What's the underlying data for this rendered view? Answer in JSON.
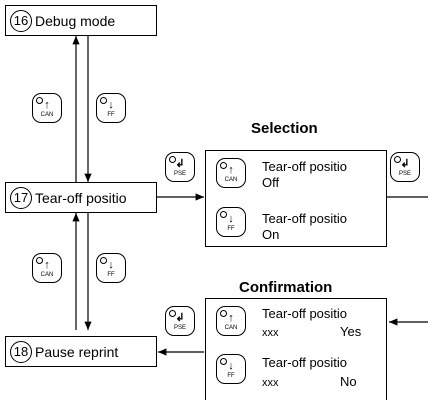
{
  "menu": {
    "item16": {
      "number": "16",
      "label": "Debug mode"
    },
    "item17": {
      "number": "17",
      "label": "Tear-off positio"
    },
    "item18": {
      "number": "18",
      "label": "Pause reprint"
    }
  },
  "keys": {
    "can": {
      "symbol": "↑",
      "caption": "CAN"
    },
    "ff": {
      "symbol": "↓",
      "caption": "FF"
    },
    "pse": {
      "symbol": "↲",
      "caption": "PSE"
    }
  },
  "selection": {
    "heading": "Selection",
    "row1": {
      "line1": "Tear-off positio",
      "line2": "Off"
    },
    "row2": {
      "line1": "Tear-off positio",
      "line2": "On"
    }
  },
  "confirmation": {
    "heading": "Confirmation",
    "row1": {
      "line1": "Tear-off positio",
      "code": "xxx",
      "answer": "Yes"
    },
    "row2": {
      "line1": "Tear-off positio",
      "code": "xxx",
      "answer": "No"
    }
  }
}
